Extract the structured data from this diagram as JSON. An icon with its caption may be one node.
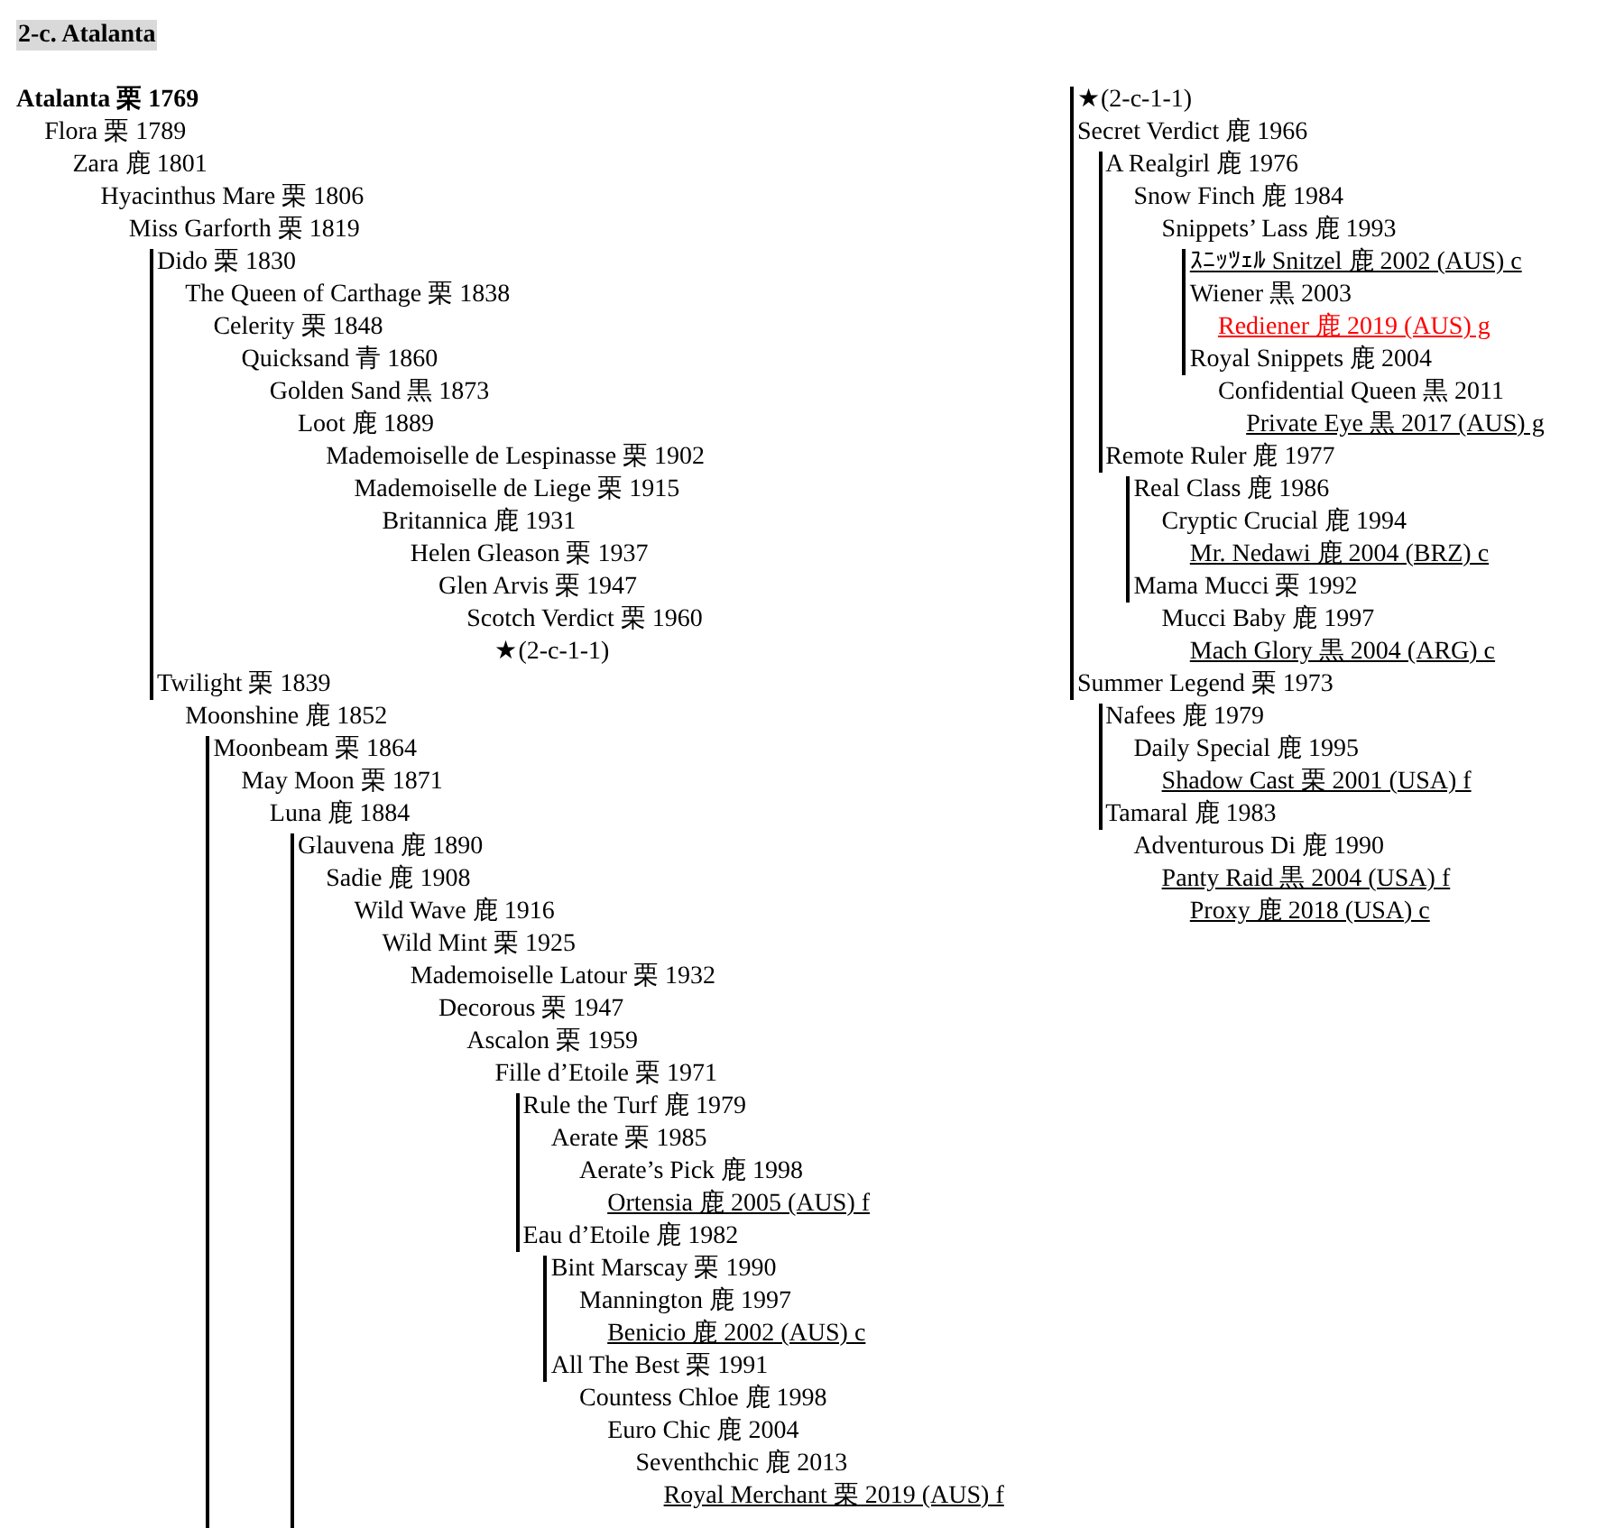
{
  "diagram": {
    "title": "2-c. Atalanta",
    "labels": [
      "Atalanta 栗 1769",
      "Flora 栗 1789",
      "Zara 鹿 1801",
      "Hyacinthus Mare 栗 1806",
      "Miss Garforth 栗 1819",
      "Dido 栗 1830",
      "The Queen of Carthage 栗 1838",
      "Celerity 栗 1848",
      "Quicksand 青 1860",
      "Golden Sand 黒 1873",
      "Loot 鹿 1889",
      "Mademoiselle de Lespinasse 栗 1902",
      "Mademoiselle de Liege 栗 1915",
      "Britannica 鹿 1931",
      "Helen Gleason 栗 1937",
      "Glen Arvis 栗 1947",
      "Scotch Verdict 栗 1960",
      "★(2-c-1-1)",
      "Twilight 栗 1839",
      "Moonshine 鹿 1852",
      "Moonbeam 栗 1864",
      "May Moon 栗 1871",
      "Luna 鹿 1884",
      "Glauvena 鹿 1890",
      "Sadie 鹿 1908",
      "Wild Wave 鹿 1916",
      "Wild Mint 栗 1925",
      "Mademoiselle Latour 栗 1932",
      "Decorous 栗 1947",
      "Ascalon 栗 1959",
      "Fille d’Etoile 栗 1971",
      "Rule the Turf 鹿 1979",
      "Aerate 栗 1985",
      "Aerate’s Pick 鹿 1998",
      "Ortensia 鹿 2005 (AUS) f",
      "Eau d’Etoile 鹿 1982",
      "Bint Marscay 栗 1990",
      "Mannington 鹿 1997",
      "Benicio 鹿 2002 (AUS) c",
      "All The Best 栗 1991",
      "Countess Chloe 鹿 1998",
      "Euro Chic 鹿 2004",
      "Seventhchic 鹿 2013",
      "Royal Merchant 栗 2019 (AUS) f",
      "★(2-c-1-1)",
      "Secret Verdict 鹿 1966",
      "A Realgirl 鹿 1976",
      "Snow Finch 鹿 1984",
      "Snippets’ Lass 鹿 1993",
      "ｽﾆｯﾂｪﾙ Snitzel 鹿 2002 (AUS) c",
      "Wiener 黒 2003",
      "Rediener 鹿 2019 (AUS) g",
      "Royal Snippets 鹿 2004",
      "Confidential Queen 黒 2011",
      "Private Eye 黒 2017 (AUS) g",
      "Remote Ruler 鹿 1977",
      "Real Class 鹿 1986",
      "Cryptic Crucial 鹿 1994",
      "Mr. Nedawi 鹿 2004 (BRZ) c",
      "Mama Mucci 栗 1992",
      "Mucci Baby 鹿 1997",
      "Mach Glory 黒 2004 (ARG) c",
      "Summer Legend 栗 1973",
      "Nafees 鹿 1979",
      "Daily Special 鹿 1995",
      "Shadow Cast 栗 2001 (USA) f",
      "Tamaral 鹿 1983",
      "Adventurous Di 鹿 1990",
      "Panty Raid 黒 2004 (USA) f",
      "Proxy 鹿 2018 (USA) c"
    ]
  }
}
